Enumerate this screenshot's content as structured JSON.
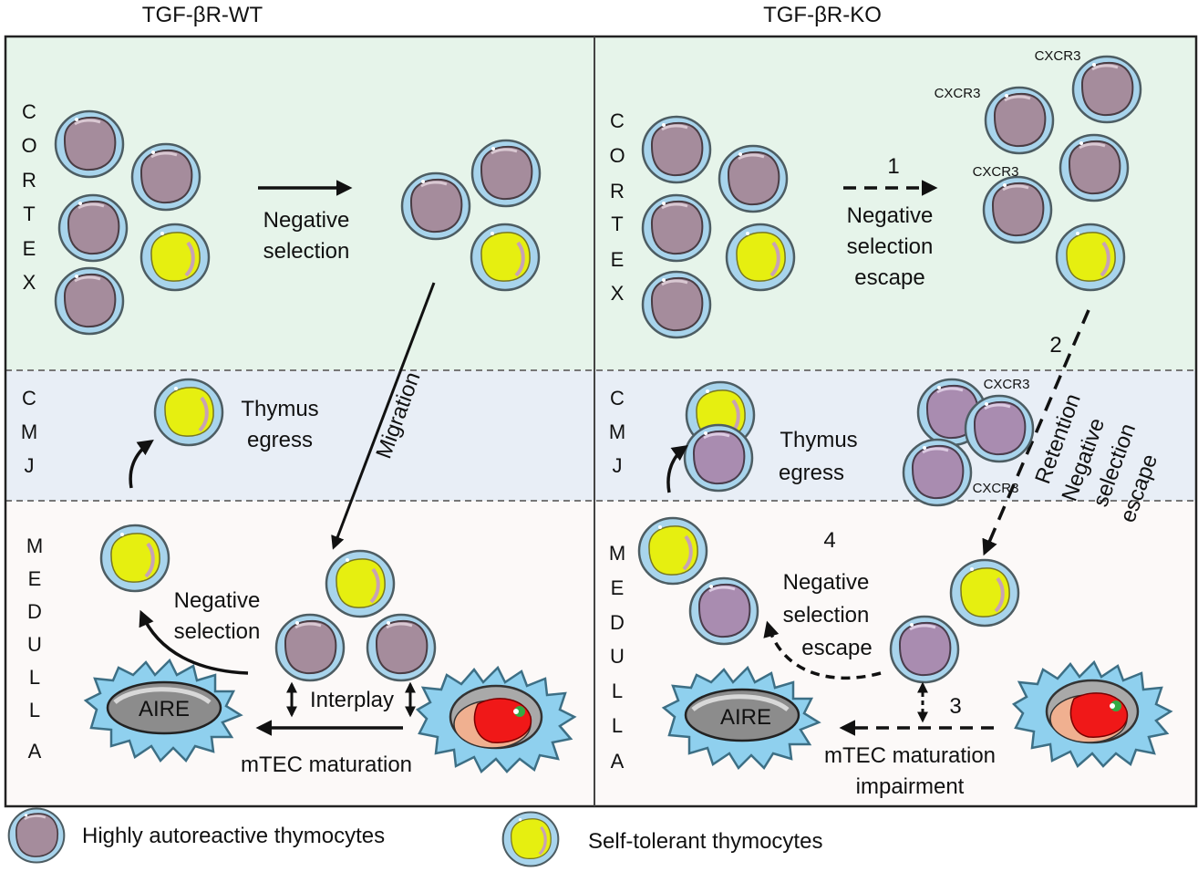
{
  "headers": {
    "left": "TGF-βR-WT",
    "right": "TGF-βR-KO"
  },
  "zones": {
    "cortex": [
      "C",
      "O",
      "R",
      "T",
      "E",
      "X"
    ],
    "cmj": [
      "C",
      "M",
      "J"
    ],
    "medulla": [
      "M",
      "E",
      "D",
      "U",
      "L",
      "L",
      "A"
    ]
  },
  "left": {
    "negative_selection": [
      "Negative",
      "selection"
    ],
    "migration": "Migration",
    "thymus_egress": [
      "Thymus",
      "egress"
    ],
    "medulla_negative_selection": [
      "Negative",
      "selection"
    ],
    "interplay": "Interplay",
    "aire": "AIRE",
    "mtec_maturation": "mTEC maturation"
  },
  "right": {
    "step1": "1",
    "negative_selection_escape": [
      "Negative",
      "selection",
      "escape"
    ],
    "cxcr3": "CXCR3",
    "step2": "2",
    "retention_escape": [
      "Retention",
      "Negative",
      "selection",
      "escape"
    ],
    "thymus_egress": [
      "Thymus",
      "egress"
    ],
    "step4": "4",
    "medulla_escape": [
      "Negative",
      "selection",
      "escape"
    ],
    "step3": "3",
    "aire": "AIRE",
    "mtec_impairment": [
      "mTEC maturation",
      "impairment"
    ]
  },
  "legend": {
    "autoreactive": "Highly autoreactive thymocytes",
    "self_tolerant": "Self-tolerant thymocytes"
  },
  "colors": {
    "cortex_bg": "#e6f4ea",
    "cmj_bg": "#e8eef6",
    "medulla_bg": "#fcf9f8",
    "cell_membrane": "#a8d4ec",
    "autoreactive_nucleus": "#a58c9c",
    "autoreactive_nucleus_ko": "#a98cb0",
    "self_tolerant_nucleus": "#e6ef10",
    "mtec_body": "#8fd0ee",
    "aire_nucleus": "#8c8c8c"
  }
}
